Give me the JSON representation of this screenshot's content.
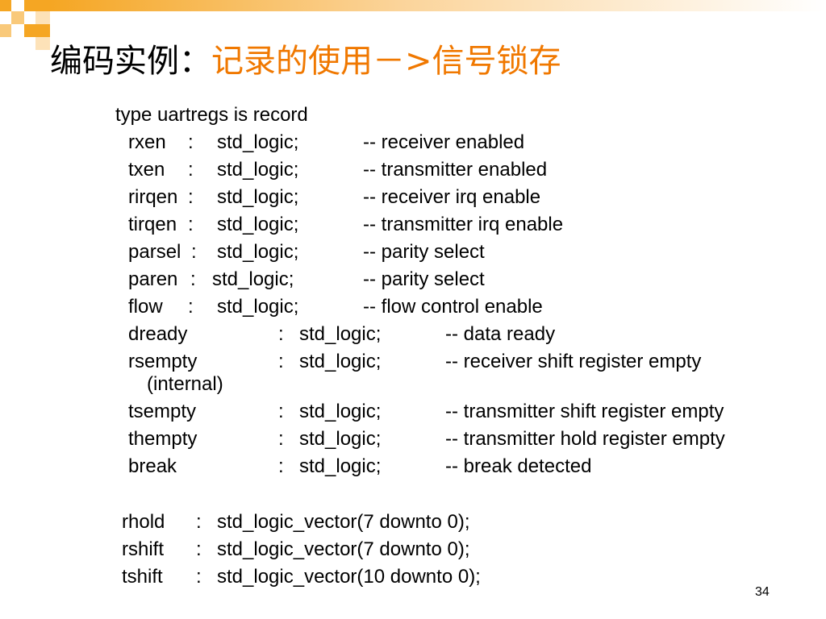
{
  "slide": {
    "title_prefix": "编码实例：",
    "title_highlight": "记录的使用－>信号锁存",
    "page_number": "34",
    "colors": {
      "title_highlight": "#f07800",
      "decoration": "#f5a623"
    }
  },
  "code": {
    "header": "type uartregs is record",
    "fields": [
      {
        "name": "rxen",
        "sep": ":",
        "type": "std_logic;",
        "comment": "-- receiver enabled"
      },
      {
        "name": "txen",
        "sep": ":",
        "type": "std_logic;",
        "comment": "-- transmitter enabled"
      },
      {
        "name": "rirqen",
        "sep": ":",
        "type": "std_logic;",
        "comment": "-- receiver irq enable"
      },
      {
        "name": "tirqen",
        "sep": ":",
        "type": "std_logic;",
        "comment": "-- transmitter irq enable"
      },
      {
        "name": "parsel",
        "sep": ":",
        "type": "std_logic;",
        "comment": "-- parity select"
      },
      {
        "name": "paren",
        "sep": ":",
        "type": "std_logic;",
        "comment": "-- parity select"
      },
      {
        "name": "flow",
        "sep": ":",
        "type": "std_logic;",
        "comment": "-- flow control enable"
      },
      {
        "name": "dready",
        "sep": ":",
        "type": "std_logic;",
        "comment": "-- data ready"
      },
      {
        "name": "rsempty",
        "sep": ":",
        "type": "std_logic;",
        "comment": "-- receiver shift register empty",
        "continuation": "(internal)"
      },
      {
        "name": "tsempty",
        "sep": ":",
        "type": "std_logic;",
        "comment": "-- transmitter shift register empty"
      },
      {
        "name": "thempty",
        "sep": ":",
        "type": "std_logic;",
        "comment": "-- transmitter hold register empty"
      },
      {
        "name": "break",
        "sep": ":",
        "type": "std_logic;",
        "comment": "-- break detected"
      }
    ],
    "vectors": [
      {
        "name": "rhold",
        "sep": ":",
        "type": "std_logic_vector(7 downto 0);"
      },
      {
        "name": "rshift",
        "sep": ":",
        "type": "std_logic_vector(7 downto 0);"
      },
      {
        "name": "tshift",
        "sep": ":",
        "type": "std_logic_vector(10 downto 0);"
      }
    ]
  }
}
